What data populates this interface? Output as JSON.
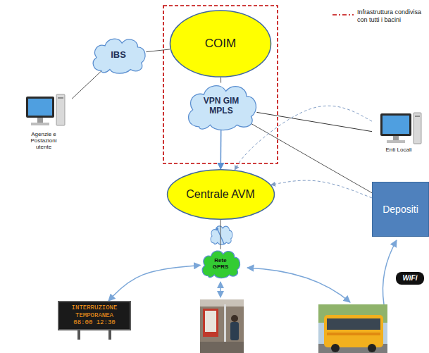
{
  "diagram": {
    "nodes": [
      {
        "text": [
          "COIM"
        ]
      },
      {
        "text": [
          "IBS"
        ]
      },
      {
        "text": [
          "VPN GIM MPLS"
        ]
      },
      {
        "text": [
          "Agenzie e Postazioni utente"
        ]
      },
      {
        "text": [
          "Enti Locali"
        ]
      },
      {
        "text": [
          "Centrale AVM"
        ]
      },
      {
        "text": [
          "Depositi"
        ]
      },
      {
        "text": [
          "Rete GPRS"
        ]
      },
      {
        "text": [
          "INTERRUZIONE TEMPORANEA 08:00 12:30"
        ]
      }
    ],
    "edges": [
      {
        "from": 1,
        "to": 0,
        "arrow": "none"
      },
      {
        "from": 1,
        "to": 3,
        "arrow": "none"
      },
      {
        "from": 0,
        "to": 2,
        "arrow": "none"
      },
      {
        "from": 2,
        "to": 5,
        "arrow": "to"
      },
      {
        "from": 2,
        "to": 4,
        "arrow": "none"
      },
      {
        "from": 2,
        "to": 6,
        "arrow": "none"
      },
      {
        "from": 4,
        "to": 5,
        "arrow": "to"
      },
      {
        "from": 6,
        "to": 5,
        "arrow": "to"
      },
      {
        "from": 5,
        "to": 7,
        "arrow": "none"
      },
      {
        "from": 7,
        "to": 8,
        "arrow": "both"
      }
    ],
    "labels": [
      "WiFi"
    ],
    "legend": [
      {
        "text": "Infrastruttura condivisa con tutti i bacini"
      }
    ]
  }
}
